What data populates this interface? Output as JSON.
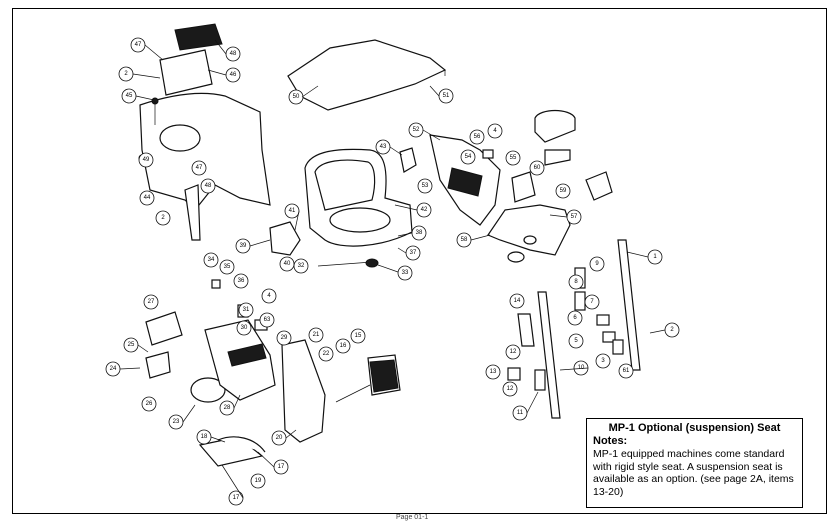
{
  "callouts": [
    "47",
    "48",
    "2",
    "46",
    "45",
    "49",
    "44",
    "47",
    "48",
    "2",
    "50",
    "51",
    "43",
    "52",
    "56",
    "4",
    "55",
    "54",
    "53",
    "58",
    "60",
    "59",
    "57",
    "42",
    "41",
    "38",
    "37",
    "39",
    "40",
    "32",
    "33",
    "9",
    "1",
    "8",
    "7",
    "6",
    "5",
    "2",
    "3",
    "61",
    "34",
    "35",
    "36",
    "4",
    "31",
    "63",
    "30",
    "29",
    "21",
    "27",
    "25",
    "24",
    "26",
    "23",
    "28",
    "22",
    "16",
    "15",
    "20",
    "14",
    "10",
    "12",
    "13",
    "12",
    "11",
    "18",
    "17",
    "19",
    "17"
  ],
  "notes_box": {
    "title": "MP-1 Optional (suspension) Seat",
    "label": "Notes:",
    "text": "MP-1 equipped machines come standard with rigid style seat. A suspension seat is available as an option. (see page 2A, items 13-20)"
  },
  "footer": "Page 01-1"
}
